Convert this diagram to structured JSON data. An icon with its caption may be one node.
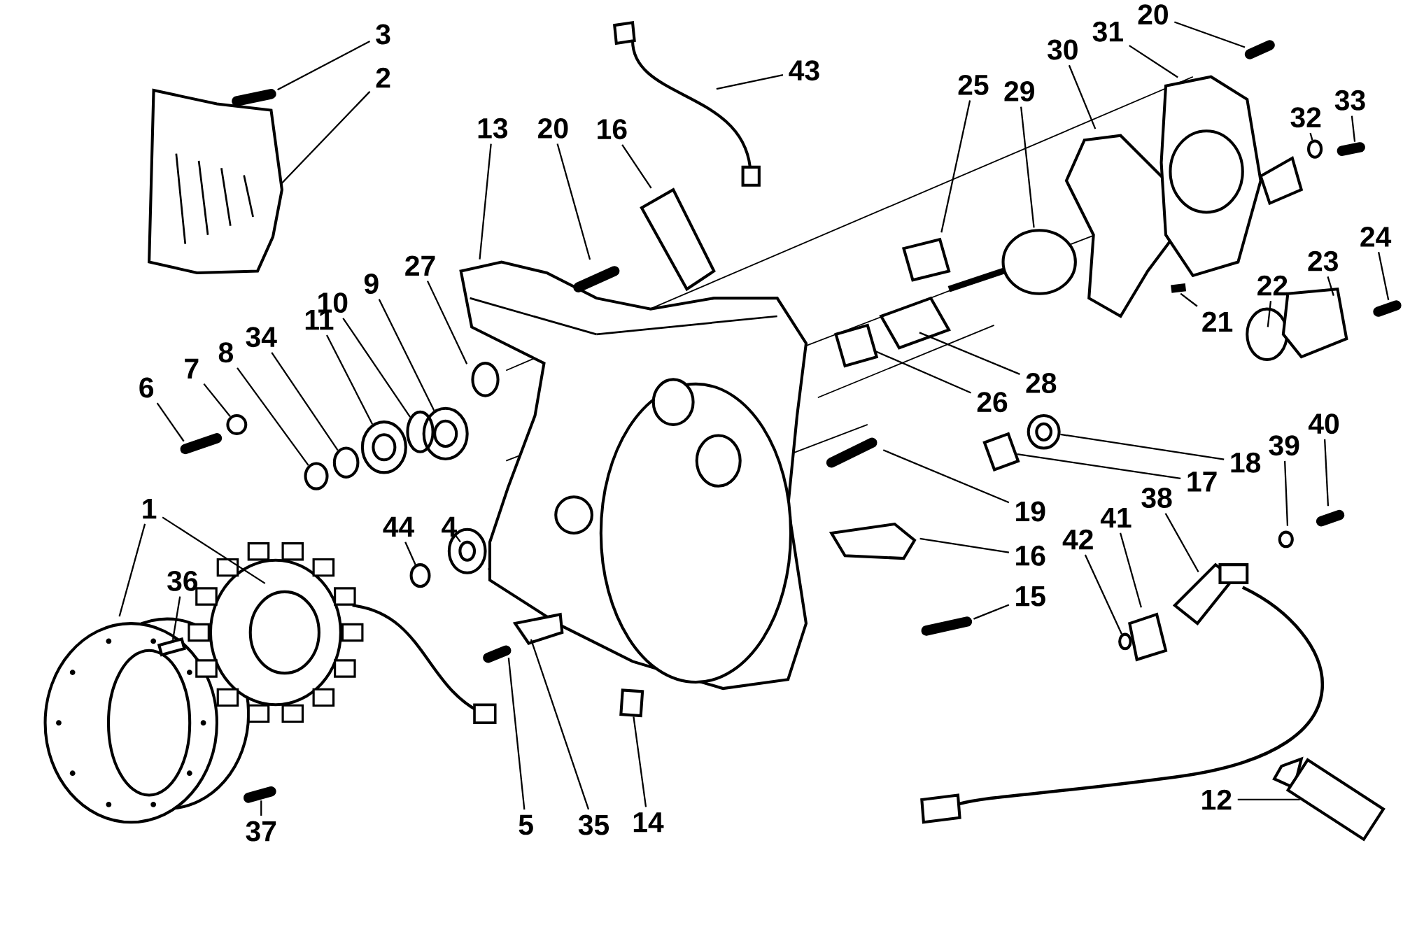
{
  "diagram": {
    "nodes": [
      {
        "text": [
          "3"
        ]
      },
      {
        "text": [
          "2"
        ]
      },
      {
        "text": [
          "43"
        ]
      },
      {
        "text": [
          "13"
        ]
      },
      {
        "text": [
          "20"
        ]
      },
      {
        "text": [
          "16"
        ]
      },
      {
        "text": [
          "20"
        ]
      },
      {
        "text": [
          "31"
        ]
      },
      {
        "text": [
          "30"
        ]
      },
      {
        "text": [
          "29"
        ]
      },
      {
        "text": [
          "25"
        ]
      },
      {
        "text": [
          "33"
        ]
      },
      {
        "text": [
          "32"
        ]
      },
      {
        "text": [
          "24"
        ]
      },
      {
        "text": [
          "23"
        ]
      },
      {
        "text": [
          "22"
        ]
      },
      {
        "text": [
          "21"
        ]
      },
      {
        "text": [
          "27"
        ]
      },
      {
        "text": [
          "9"
        ]
      },
      {
        "text": [
          "10"
        ]
      },
      {
        "text": [
          "11"
        ]
      },
      {
        "text": [
          "34"
        ]
      },
      {
        "text": [
          "8"
        ]
      },
      {
        "text": [
          "7"
        ]
      },
      {
        "text": [
          "6"
        ]
      },
      {
        "text": [
          "28"
        ]
      },
      {
        "text": [
          "26"
        ]
      },
      {
        "text": [
          "40"
        ]
      },
      {
        "text": [
          "39"
        ]
      },
      {
        "text": [
          "18"
        ]
      },
      {
        "text": [
          "17"
        ]
      },
      {
        "text": [
          "38"
        ]
      },
      {
        "text": [
          "19"
        ]
      },
      {
        "text": [
          "1"
        ]
      },
      {
        "text": [
          "44"
        ]
      },
      {
        "text": [
          "4"
        ]
      },
      {
        "text": [
          "41"
        ]
      },
      {
        "text": [
          "42"
        ]
      },
      {
        "text": [
          "16"
        ]
      },
      {
        "text": [
          "36"
        ]
      },
      {
        "text": [
          "15"
        ]
      },
      {
        "text": [
          "12"
        ]
      },
      {
        "text": [
          "14"
        ]
      },
      {
        "text": [
          "5"
        ]
      },
      {
        "text": [
          "35"
        ]
      },
      {
        "text": [
          "37"
        ]
      },
      {
        "text": [],
        "shape": "circle"
      },
      {
        "text": [],
        "shape": "circle"
      },
      {
        "text": [],
        "shape": "circle"
      },
      {
        "text": [],
        "shape": "circle"
      },
      {
        "text": [],
        "shape": "circle"
      },
      {
        "text": [],
        "shape": "circle"
      },
      {
        "text": [],
        "shape": "circle"
      },
      {
        "text": [],
        "shape": "circle"
      },
      {
        "text": [],
        "shape": "circle"
      },
      {
        "text": [],
        "shape": "box"
      },
      {
        "text": [],
        "shape": "box"
      },
      {
        "text": [],
        "shape": "box"
      },
      {
        "text": [],
        "shape": "circle"
      },
      {
        "text": [],
        "shape": "box"
      },
      {
        "text": [],
        "shape": "circle"
      }
    ],
    "edges": [
      {
        "from": 0,
        "to": null,
        "arrow": "none"
      },
      {
        "from": 1,
        "to": null,
        "arrow": "none"
      },
      {
        "from": 2,
        "to": null,
        "arrow": "none"
      },
      {
        "from": 3,
        "to": null,
        "arrow": "none"
      },
      {
        "from": 4,
        "to": null,
        "arrow": "none"
      },
      {
        "from": 5,
        "to": null,
        "arrow": "none"
      },
      {
        "from": 6,
        "to": null,
        "arrow": "none"
      },
      {
        "from": 7,
        "to": null,
        "arrow": "none"
      },
      {
        "from": 8,
        "to": null,
        "arrow": "none"
      },
      {
        "from": 9,
        "to": null,
        "arrow": "none"
      },
      {
        "from": 10,
        "to": null,
        "arrow": "none"
      },
      {
        "from": 11,
        "to": null,
        "arrow": "none"
      },
      {
        "from": 12,
        "to": 46,
        "arrow": "none"
      },
      {
        "from": 13,
        "to": null,
        "arrow": "none"
      },
      {
        "from": 14,
        "to": null,
        "arrow": "none"
      },
      {
        "from": 15,
        "to": null,
        "arrow": "none"
      },
      {
        "from": 16,
        "to": null,
        "arrow": "none"
      },
      {
        "from": 17,
        "to": null,
        "arrow": "none"
      },
      {
        "from": 18,
        "to": 47,
        "arrow": "none"
      },
      {
        "from": 19,
        "to": 58,
        "arrow": "none"
      },
      {
        "from": 20,
        "to": 48,
        "arrow": "none"
      },
      {
        "from": 21,
        "to": 49,
        "arrow": "none"
      },
      {
        "from": 22,
        "to": 50,
        "arrow": "none"
      },
      {
        "from": 23,
        "to": 51,
        "arrow": "none"
      },
      {
        "from": 24,
        "to": null,
        "arrow": "none"
      },
      {
        "from": 25,
        "to": null,
        "arrow": "none"
      },
      {
        "from": 26,
        "to": null,
        "arrow": "none"
      },
      {
        "from": 27,
        "to": null,
        "arrow": "none"
      },
      {
        "from": 28,
        "to": null,
        "arrow": "none"
      },
      {
        "from": 29,
        "to": 60,
        "arrow": "none"
      },
      {
        "from": 30,
        "to": 59,
        "arrow": "none"
      },
      {
        "from": 31,
        "to": null,
        "arrow": "none"
      },
      {
        "from": 32,
        "to": null,
        "arrow": "none"
      },
      {
        "from": 33,
        "to": null,
        "arrow": "none"
      },
      {
        "from": 33,
        "to": null,
        "arrow": "none"
      },
      {
        "from": 34,
        "to": 52,
        "arrow": "none"
      },
      {
        "from": 35,
        "to": 53,
        "arrow": "none"
      },
      {
        "from": 36,
        "to": null,
        "arrow": "none"
      },
      {
        "from": 37,
        "to": 54,
        "arrow": "none"
      },
      {
        "from": 38,
        "to": null,
        "arrow": "none"
      },
      {
        "from": 39,
        "to": 55,
        "arrow": "none"
      },
      {
        "from": 40,
        "to": null,
        "arrow": "none"
      },
      {
        "from": 41,
        "to": 56,
        "arrow": "none"
      },
      {
        "from": 42,
        "to": 57,
        "arrow": "none"
      },
      {
        "from": 43,
        "to": null,
        "arrow": "none"
      },
      {
        "from": 44,
        "to": null,
        "arrow": "none"
      },
      {
        "from": 45,
        "to": null,
        "arrow": "none"
      }
    ]
  }
}
